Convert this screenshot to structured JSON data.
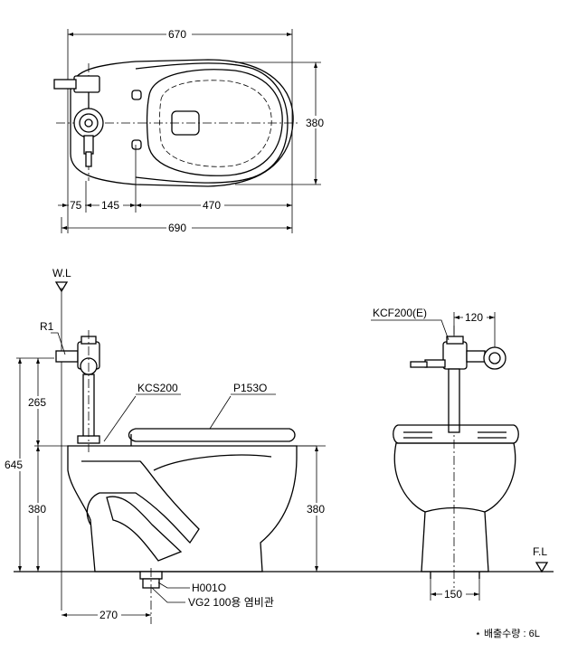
{
  "top_view": {
    "dim_width_top": "670",
    "dim_height": "380",
    "dim_a": "75",
    "dim_b": "145",
    "dim_c": "470",
    "dim_total": "690"
  },
  "side_view": {
    "water_level": "W.L",
    "r1": "R1",
    "kcs": "KCS200",
    "p153": "P153O",
    "dim_265": "265",
    "dim_645": "645",
    "dim_380_left": "380",
    "dim_380_right": "380",
    "h001": "H001O",
    "vg2": "VG2 100용 염비관",
    "dim_270": "270"
  },
  "front_view": {
    "kcf": "KCF200(E)",
    "dim_120": "120",
    "fl": "F.L",
    "dim_150": "150"
  },
  "note": "⋆ 배출수량 : 6L"
}
